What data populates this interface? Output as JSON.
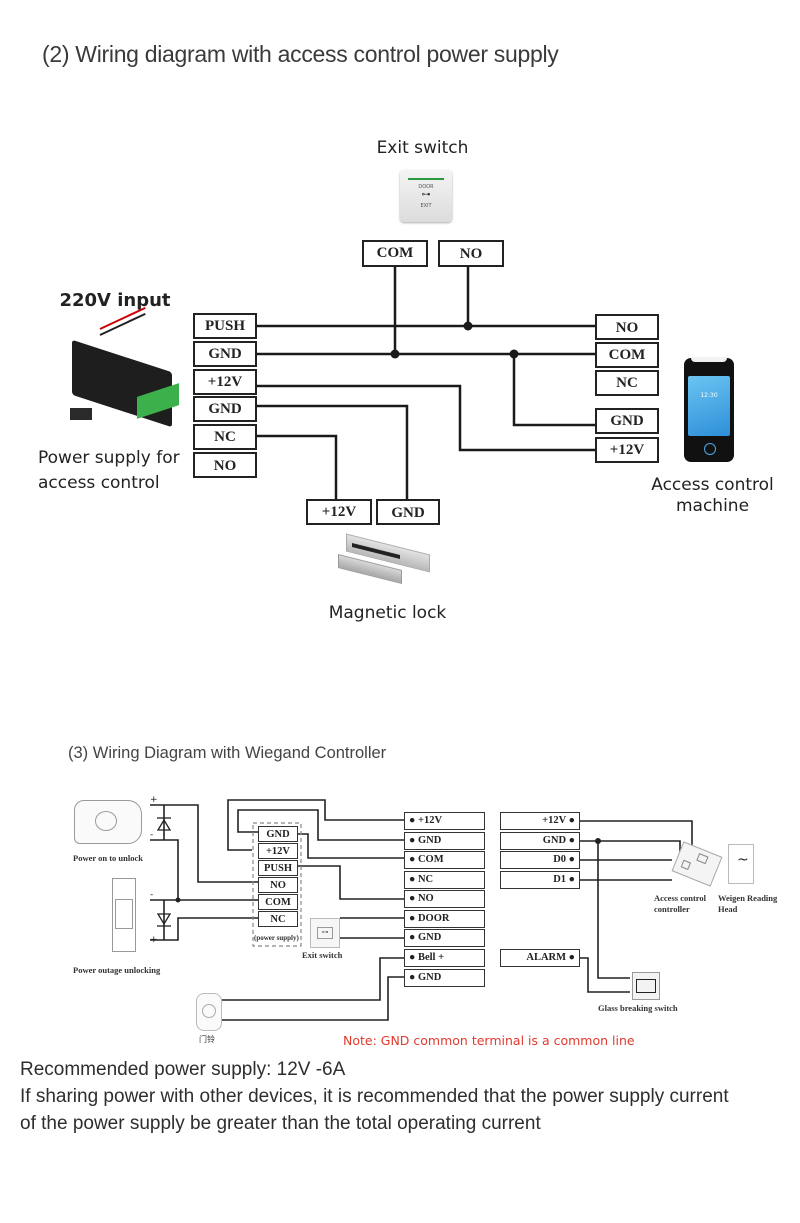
{
  "section2": {
    "title": "(2) Wiring diagram with access control power supply",
    "exit_switch": {
      "label": "Exit switch",
      "button_text_top": "DOOR",
      "button_text_bottom": "EXIT",
      "terminals": [
        "COM",
        "NO"
      ]
    },
    "power_supply": {
      "top_label": "220V input",
      "caption": "Power supply for access control",
      "terminals": [
        "PUSH",
        "GND",
        "+12V",
        "GND",
        "NC",
        "NO"
      ]
    },
    "access_machine": {
      "caption": "Access control machine",
      "screen_time": "12:30",
      "terminals_top": [
        "NO",
        "COM",
        "NC"
      ],
      "terminals_bottom": [
        "GND",
        "+12V"
      ]
    },
    "magnetic_lock": {
      "caption": "Magnetic lock",
      "terminals": [
        "+12V",
        "GND"
      ]
    }
  },
  "section3": {
    "title": "(3) Wiring Diagram with Wiegand Controller",
    "lock_power_on": "Power on to unlock",
    "lock_power_outage": "Power outage unlocking",
    "power_supply_label": "(power supply)",
    "power_supply_terminals": [
      "GND",
      "+12V",
      "PUSH",
      "NO",
      "COM",
      "NC"
    ],
    "exit_switch_label": "Exit switch",
    "controller_terminals_left": [
      "+12V",
      "GND",
      "COM",
      "NC",
      "NO",
      "DOOR",
      "GND",
      "Bell +",
      "GND"
    ],
    "controller_terminals_right": [
      "+12V",
      "GND",
      "D0",
      "D1"
    ],
    "alarm_terminal": "ALARM",
    "access_controller_label": "Access control controller",
    "wiegand_head_label": "Weigen Reading Head",
    "glass_switch_label": "Glass breaking switch",
    "doorbell_label": "门铃",
    "note": "Note: GND common terminal is a common line"
  },
  "footer": {
    "line1": "Recommended power supply: 12V -6A",
    "line2": "If sharing power with other devices, it is recommended that the power supply current",
    "line3": "of the power supply be greater than the total operating current"
  },
  "colors": {
    "note_red": "#e03a2e",
    "terminal_green": "#3cb04a",
    "screen_blue": "#4aa8e8"
  }
}
